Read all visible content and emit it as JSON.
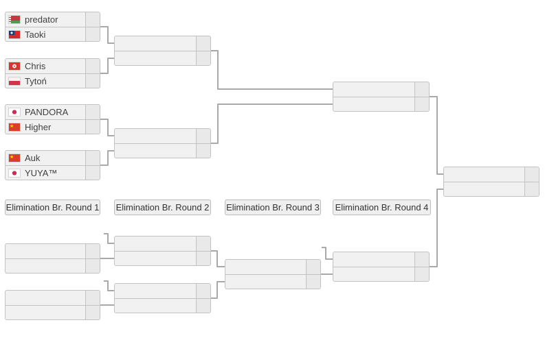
{
  "rounds": [
    {
      "label": "Elimination Br. Round 1"
    },
    {
      "label": "Elimination Br. Round 2"
    },
    {
      "label": "Elimination Br. Round 3"
    },
    {
      "label": "Elimination Br. Round 4"
    }
  ],
  "matches": {
    "upper_r1": [
      {
        "p1": {
          "name": "predator",
          "flag": "belarus"
        },
        "p2": {
          "name": "Taoki",
          "flag": "taiwan"
        }
      },
      {
        "p1": {
          "name": "Chris",
          "flag": "hong-kong"
        },
        "p2": {
          "name": "Tytoń",
          "flag": "poland"
        }
      },
      {
        "p1": {
          "name": "PANDORA",
          "flag": "japan"
        },
        "p2": {
          "name": "Higher",
          "flag": "china"
        }
      },
      {
        "p1": {
          "name": "Auk",
          "flag": "china"
        },
        "p2": {
          "name": "YUYA™",
          "flag": "japan"
        }
      }
    ]
  },
  "colors": {
    "box_fill": "#f1f1f1",
    "score_fill": "#e9e9e9",
    "box_border": "#c2c2c2",
    "connector": "#a8a8a8",
    "text": "#404040",
    "label_fill": "#efefef"
  }
}
